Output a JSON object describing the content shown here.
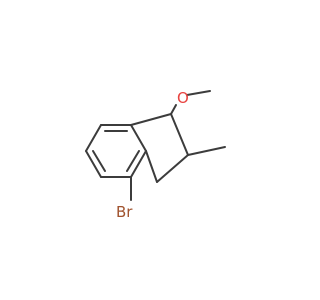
{
  "molecule": {
    "atoms": [
      {
        "id": "O1",
        "symbol": "O",
        "color": "#e8423f"
      },
      {
        "id": "Br1",
        "symbol": "Br",
        "color": "#a0522d"
      }
    ]
  },
  "colors": {
    "bond": "#3c3c3c",
    "oxygen": "#e8423f",
    "bromine": "#a0522d",
    "background": "#ffffff"
  }
}
